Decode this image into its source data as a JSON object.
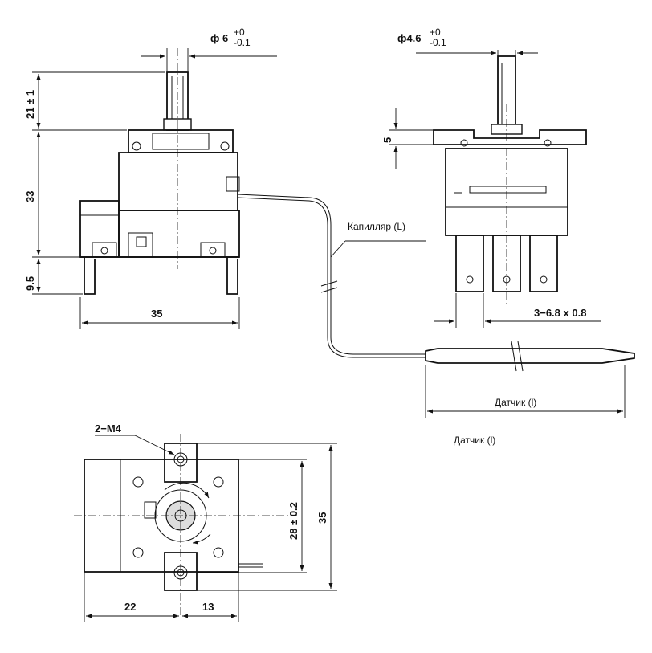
{
  "labels": {
    "shaft_left_diameter": "ф 6",
    "shaft_left_tol_plus": "+0",
    "shaft_left_tol_minus": "-0.1",
    "shaft_right_diameter": "ф4.6",
    "shaft_right_tol_plus": "+0",
    "shaft_right_tol_minus": "-0.1",
    "dim_shaft_height": "21 ± 1",
    "dim_body_height": "33",
    "dim_bracket_height": "9.5",
    "dim_width": "35",
    "dim_flange": "5",
    "capillary": "Капилляр (L)",
    "terminals": "3−6.8 x 0.8",
    "sensor_dim": "Датчик (l)",
    "sensor_caption": "Датчик (l)",
    "thread": "2−M4",
    "dim_hole_spacing": "28 ± 0.2",
    "dim_height_bottom": "35",
    "dim_left": "22",
    "dim_right": "13"
  }
}
